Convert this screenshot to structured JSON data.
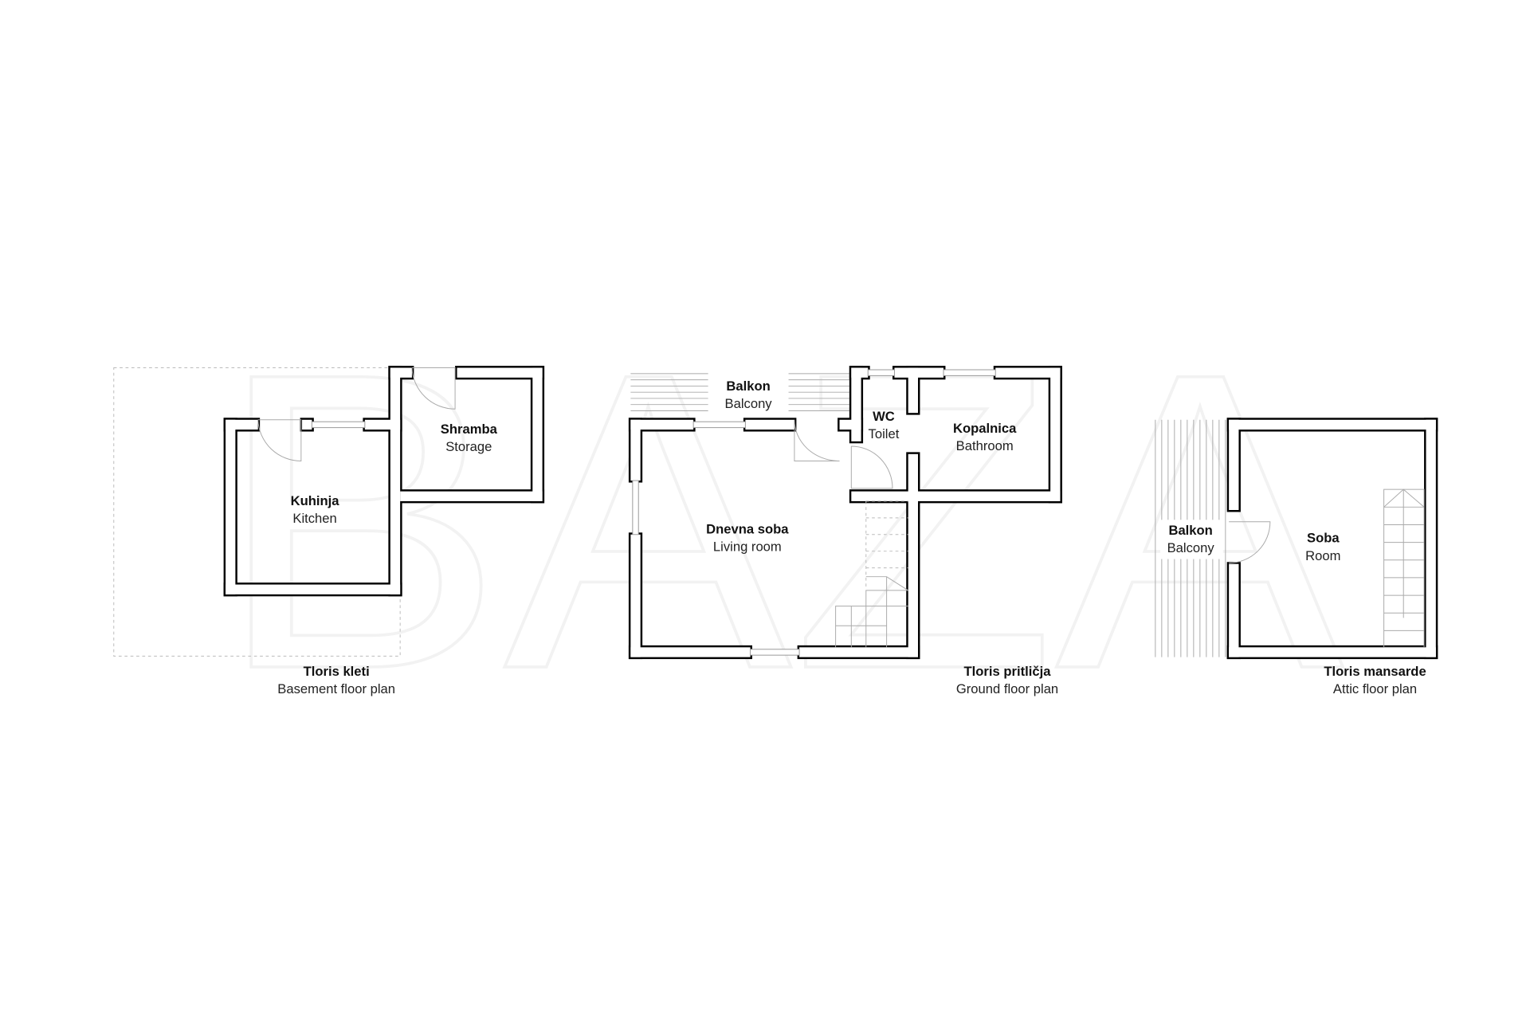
{
  "watermark": "BAZA",
  "plans": [
    {
      "title": "Tloris kleti",
      "subtitle": "Basement floor plan",
      "rooms": [
        {
          "name": "Kuhinja",
          "translation": "Kitchen"
        },
        {
          "name": "Shramba",
          "translation": "Storage"
        }
      ]
    },
    {
      "title": "Tloris pritličja",
      "subtitle": "Ground floor plan",
      "rooms": [
        {
          "name": "Balkon",
          "translation": "Balcony"
        },
        {
          "name": "WC",
          "translation": "Toilet"
        },
        {
          "name": "Kopalnica",
          "translation": "Bathroom"
        },
        {
          "name": "Dnevna soba",
          "translation": "Living room"
        }
      ]
    },
    {
      "title": "Tloris mansarde",
      "subtitle": "Attic floor plan",
      "rooms": [
        {
          "name": "Balkon",
          "translation": "Balcony"
        },
        {
          "name": "Soba",
          "translation": "Room"
        }
      ]
    }
  ]
}
